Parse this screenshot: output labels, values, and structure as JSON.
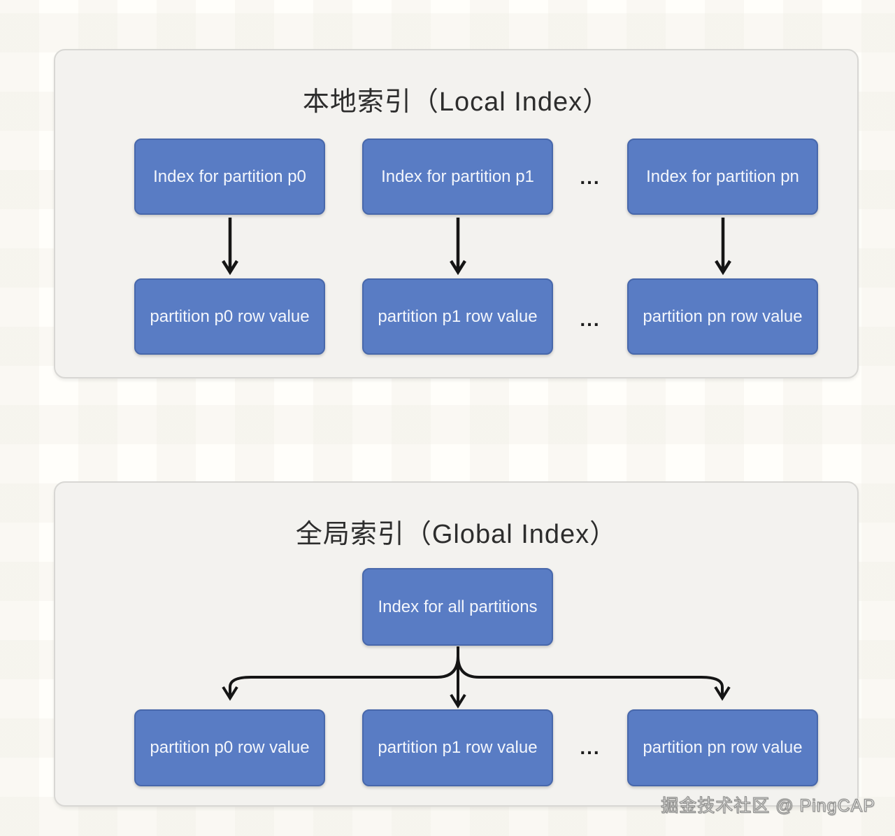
{
  "colors": {
    "box_fill": "#597cc4",
    "box_border": "#4868ab",
    "box_text": "#f3f6fc",
    "panel_bg": "#f3f2ef",
    "panel_border": "#d8d7d4",
    "title_text": "#2d2d2d",
    "arrow": "#151515",
    "page_bg": "#fffefa"
  },
  "local": {
    "title": "本地索引（Local Index）",
    "index_boxes": [
      "Index for partition p0",
      "Index for partition p1",
      "Index for partition pn"
    ],
    "row_boxes": [
      "partition p0 row value",
      "partition p1 row value",
      "partition pn row value"
    ],
    "ellipsis_top": "...",
    "ellipsis_bottom": "..."
  },
  "global": {
    "title": "全局索引（Global Index）",
    "index_box": "Index for all partitions",
    "row_boxes": [
      "partition p0 row value",
      "partition p1 row value",
      "partition pn row value"
    ],
    "ellipsis": "..."
  },
  "watermark": "掘金技术社区 @ PingCAP"
}
